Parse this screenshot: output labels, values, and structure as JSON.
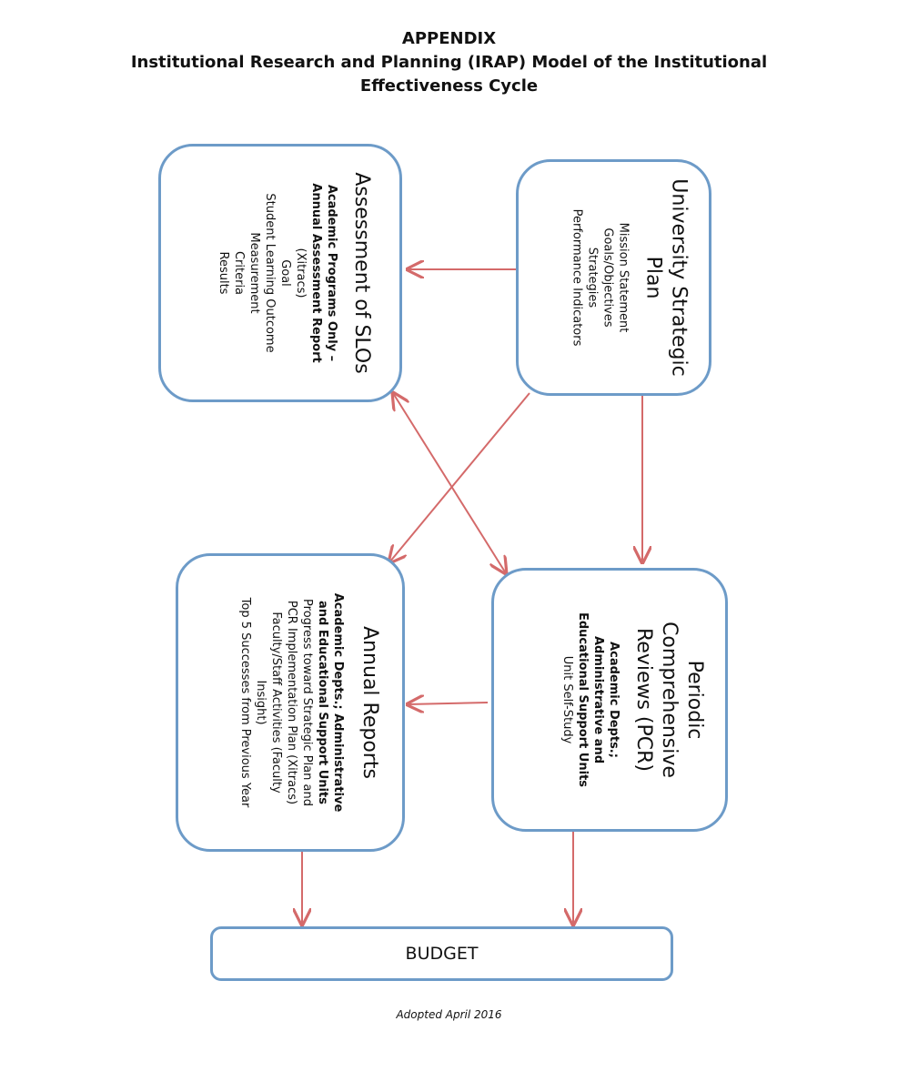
{
  "header": {
    "line1": "APPENDIX",
    "line2": "Institutional Research and Planning (IRAP) Model of the Institutional",
    "line3": "Effectiveness Cycle"
  },
  "boxes": {
    "strategic_plan": {
      "title_lines": [
        "University Strategic",
        "Plan"
      ],
      "items": [
        "Mission Statement",
        "Goals/Objectives",
        "Strategies",
        "Performance Indicators"
      ]
    },
    "slos": {
      "title_lines": [
        "Assessment of SLOs"
      ],
      "bold_lines": [
        "Academic Programs Only –",
        "Annual Assessment Report"
      ],
      "items": [
        "(Xitracs)",
        "Goal",
        "Student Learning Outcome",
        "Measurement",
        "Criteria",
        "Results"
      ]
    },
    "pcr": {
      "title_lines": [
        "Periodic",
        "Comprehensive",
        "Reviews (PCR)"
      ],
      "bold_lines": [
        "Academic Depts.;",
        "Administrative and",
        "Educational Support Units"
      ],
      "items": [
        "Unit Self-Study"
      ]
    },
    "annual": {
      "title_lines": [
        "Annual Reports"
      ],
      "bold_lines": [
        "Academic Depts.; Administrative",
        "and Educational Support Units"
      ],
      "items": [
        "Progress toward Strategic Plan and",
        "PCR Implementation Plan (Xitracs)",
        "Faculty/Staff Activities (Faculty",
        "Insight)",
        "Top 5 Successes from Previous Year"
      ]
    },
    "budget": {
      "label": "BUDGET"
    }
  },
  "footer": "Adopted April 2016",
  "colors": {
    "box_border": "#6d9bc8",
    "arrow": "#d46a6a"
  }
}
